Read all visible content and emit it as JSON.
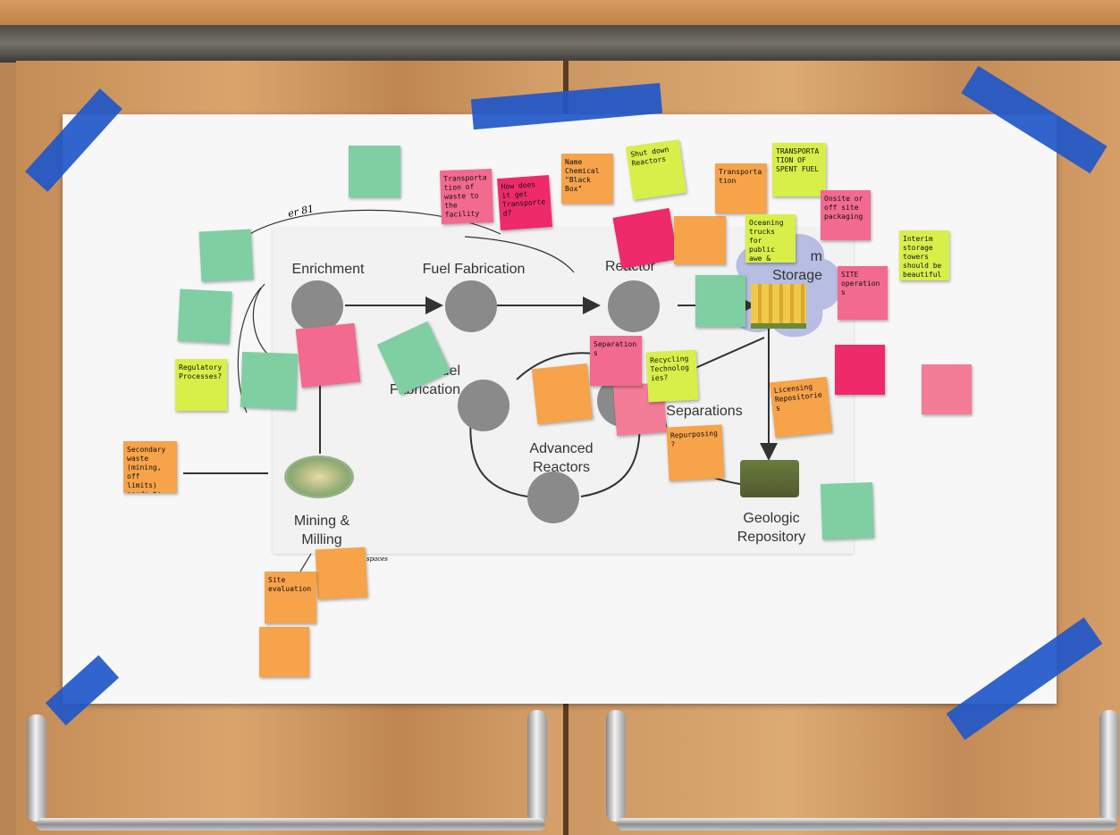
{
  "diagram": {
    "stages": {
      "enrichment": "Enrichment",
      "fuel_fabrication": "Fuel Fabrication",
      "reactor": "Reactor",
      "storage": "m\nStorage",
      "fuel_fabrication_2": "uel\nFabrication",
      "separations": "Separations",
      "advanced_reactors": "Advanced\nReactors",
      "mining_milling": "Mining &\nMilling",
      "geologic_repository": "Geologic\nRepository"
    },
    "handwritten": {
      "er81": "er 81",
      "spaces": "spaces"
    }
  },
  "notes": [
    {
      "text": "Transportation of waste to the facility",
      "color": "pink"
    },
    {
      "text": "How does it get Transported?",
      "color": "hot"
    },
    {
      "text": "Name Chemical \"Black Box\"",
      "color": "orange"
    },
    {
      "text": "Shut down Reactors",
      "color": "lime"
    },
    {
      "text": "Transportation",
      "color": "orange"
    },
    {
      "text": "TRANSPORTATION OF SPENT FUEL",
      "color": "lime"
    },
    {
      "text": "Onsite or off site packaging",
      "color": "pink"
    },
    {
      "text": "Interim storage towers should be beautiful",
      "color": "lime"
    },
    {
      "text": "Oceaning trucks for public awe & exciting",
      "color": "lime"
    },
    {
      "text": "SITE operations",
      "color": "pink"
    },
    {
      "text": "Licensing Repositories",
      "color": "orange"
    },
    {
      "text": "Repurposing?",
      "color": "orange"
    },
    {
      "text": "Regulatory Processes?",
      "color": "lime"
    },
    {
      "text": "Recycling Technologies?",
      "color": "lime"
    },
    {
      "text": "Separations",
      "color": "pink"
    },
    {
      "text": "Site evaluation",
      "color": "orange"
    },
    {
      "text": "Secondary waste (mining, off limits) needs to be considered",
      "color": "orange"
    }
  ]
}
